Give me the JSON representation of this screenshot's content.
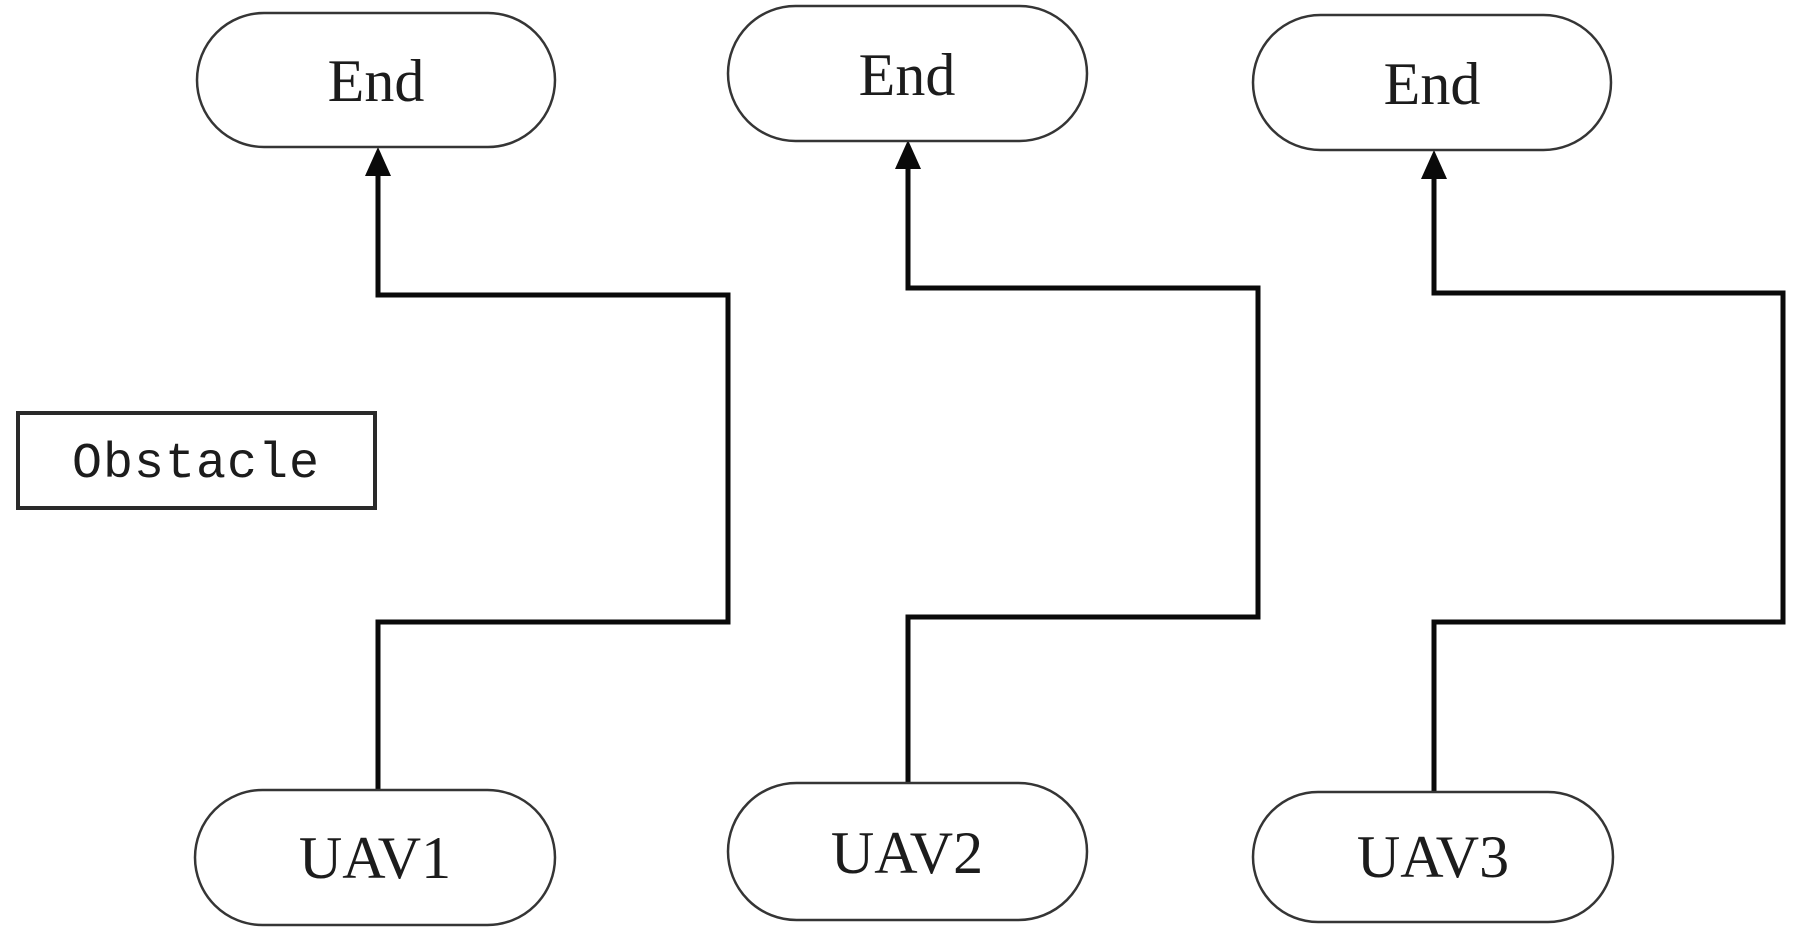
{
  "diagram": {
    "background_color": "#ffffff",
    "line_color": "#0a0a0a",
    "node_border_color": "#353535",
    "text_color": "#1c1c1c",
    "obstacle": {
      "label": "Obstacle"
    },
    "columns": [
      {
        "id": "uav1",
        "start_label": "UAV1",
        "end_label": "End"
      },
      {
        "id": "uav2",
        "start_label": "UAV2",
        "end_label": "End"
      },
      {
        "id": "uav3",
        "start_label": "UAV3",
        "end_label": "End"
      }
    ],
    "edges": [
      {
        "from": "UAV1",
        "to": "End",
        "style": "orthogonal-detour-right",
        "arrow": "up"
      },
      {
        "from": "UAV2",
        "to": "End",
        "style": "orthogonal-detour-right",
        "arrow": "up"
      },
      {
        "from": "UAV3",
        "to": "End",
        "style": "orthogonal-detour-right",
        "arrow": "up"
      }
    ]
  }
}
